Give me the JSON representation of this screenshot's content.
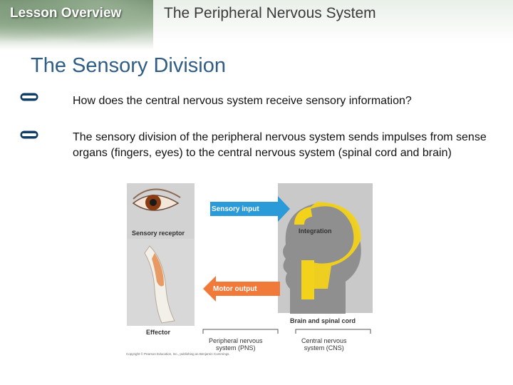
{
  "header": {
    "lesson_overview": "Lesson Overview",
    "title": "The Peripheral Nervous System"
  },
  "slide": {
    "title": "The Sensory Division",
    "bullets": [
      "How does the central nervous system receive sensory information?",
      "The sensory division of the peripheral nervous system sends impulses from sense organs (fingers, eyes) to the central nervous system (spinal cord and brain)"
    ]
  },
  "diagram": {
    "labels": {
      "sensory_input": "Sensory input",
      "integration": "Integration",
      "sensory_receptor": "Sensory receptor",
      "motor_output": "Motor output",
      "effector": "Effector",
      "brain_and_spinal_cord": "Brain and spinal cord",
      "pns": "Peripheral nervous\nsystem (PNS)",
      "cns": "Central nervous\nsystem (CNS)"
    },
    "copyright": "Copyright © Pearson Education, Inc., publishing as Benjamin Cummings."
  },
  "colors": {
    "title_blue": "#2f5d85",
    "sensory_arrow": "#2a9ad9",
    "motor_arrow": "#f07a3a",
    "integration_loop": "#f2d21b",
    "panel_gray": "#cfcfcf"
  }
}
